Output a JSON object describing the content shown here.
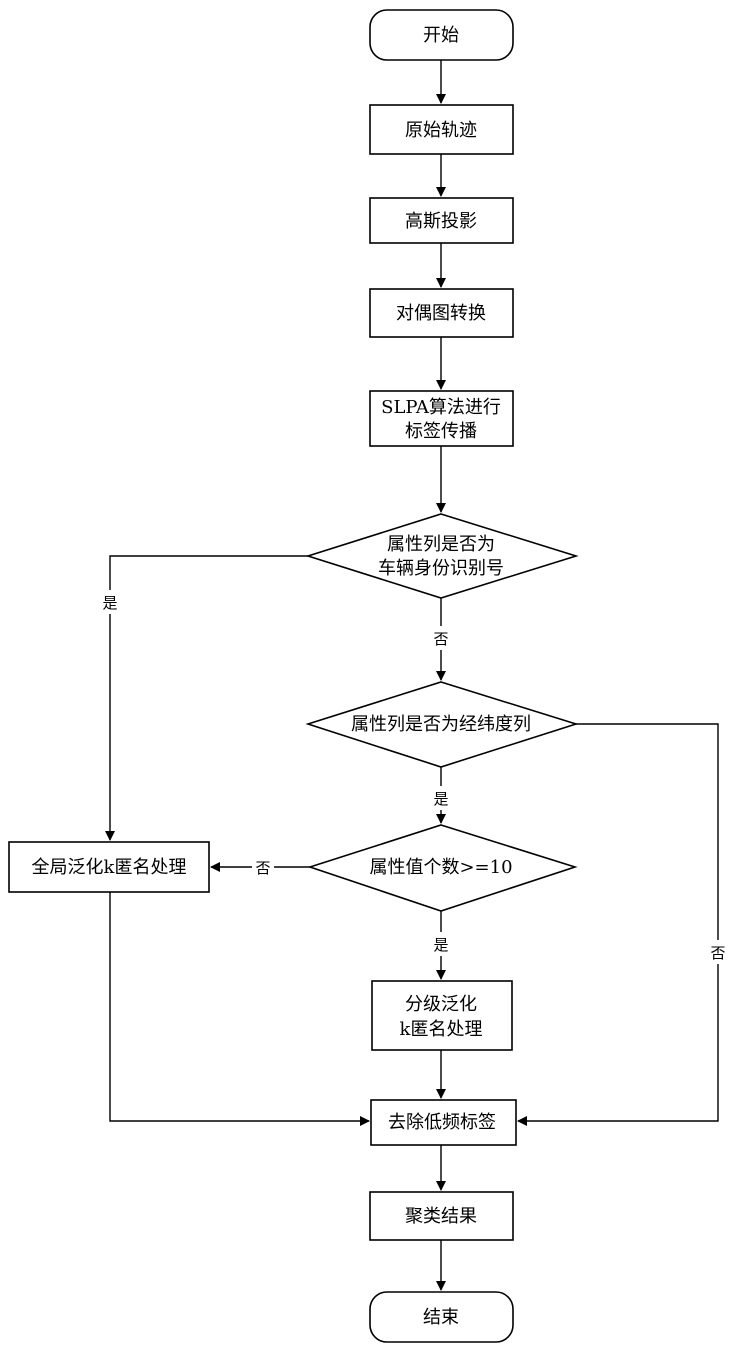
{
  "nodes": {
    "start": "开始",
    "raw_trajectory": "原始轨迹",
    "gauss_projection": "高斯投影",
    "dual_graph": "对偶图转换",
    "slpa_line1": "SLPA算法进行",
    "slpa_line2": "标签传播",
    "decision_vehicle_line1": "属性列是否为",
    "decision_vehicle_line2": "车辆身份识别号",
    "decision_latlon": "属性列是否为经纬度列",
    "decision_count": "属性值个数>=10",
    "global_k": "全局泛化k匿名处理",
    "graded_line1": "分级泛化",
    "graded_line2": "k匿名处理",
    "remove_low_freq": "去除低频标签",
    "cluster_result": "聚类结果",
    "end": "结束"
  },
  "edges": {
    "vehicle_yes": "是",
    "vehicle_no": "否",
    "latlon_yes": "是",
    "latlon_no": "否",
    "count_yes": "是",
    "count_no": "否"
  },
  "colors": {
    "line": "#000000",
    "fill": "#ffffff"
  }
}
